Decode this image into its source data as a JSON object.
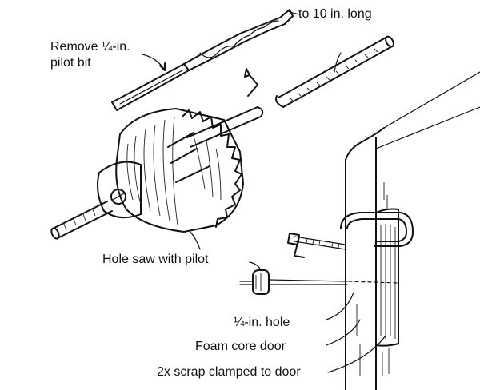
{
  "labels": {
    "extension": "to 10 in. long",
    "pilot_bit_line1": "Remove ¼-in.",
    "pilot_bit_line2": "pilot bit",
    "hole_saw": "Hole saw with pilot",
    "hole": "¼-in. hole",
    "door": "Foam core door",
    "scrap": "2x scrap clamped to door"
  }
}
